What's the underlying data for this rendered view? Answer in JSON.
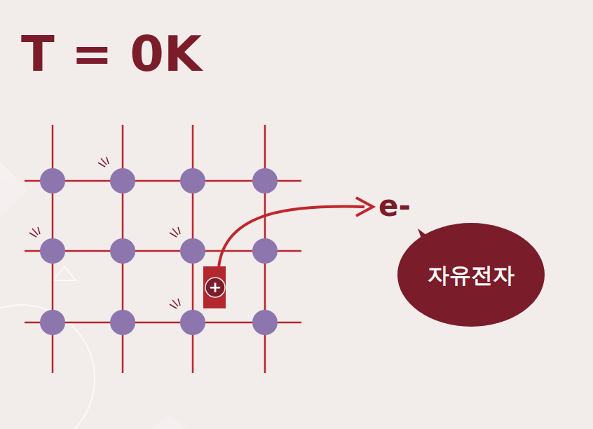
{
  "diagram": {
    "title": "T = 0K",
    "nodes": [
      {
        "text": [
          "+"
        ]
      },
      {
        "text": [
          "자유전자"
        ]
      }
    ],
    "labels": [
      "e-"
    ]
  }
}
